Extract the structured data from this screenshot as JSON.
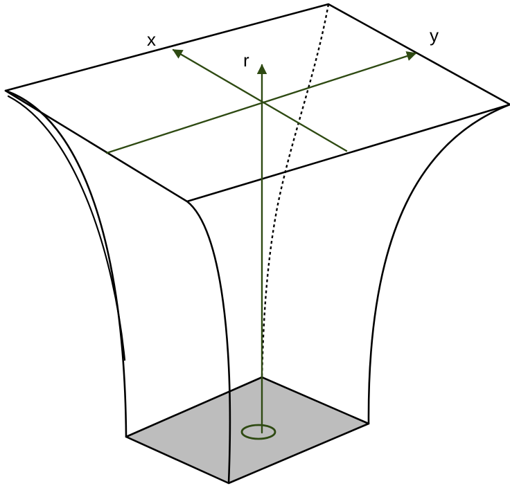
{
  "labels": {
    "x_axis": "x",
    "y_axis": "y",
    "r_axis": "r"
  },
  "colors": {
    "outline": "#000000",
    "axes": "#2e4a12",
    "base_fill": "#bdbdbd",
    "background": "#ffffff"
  }
}
